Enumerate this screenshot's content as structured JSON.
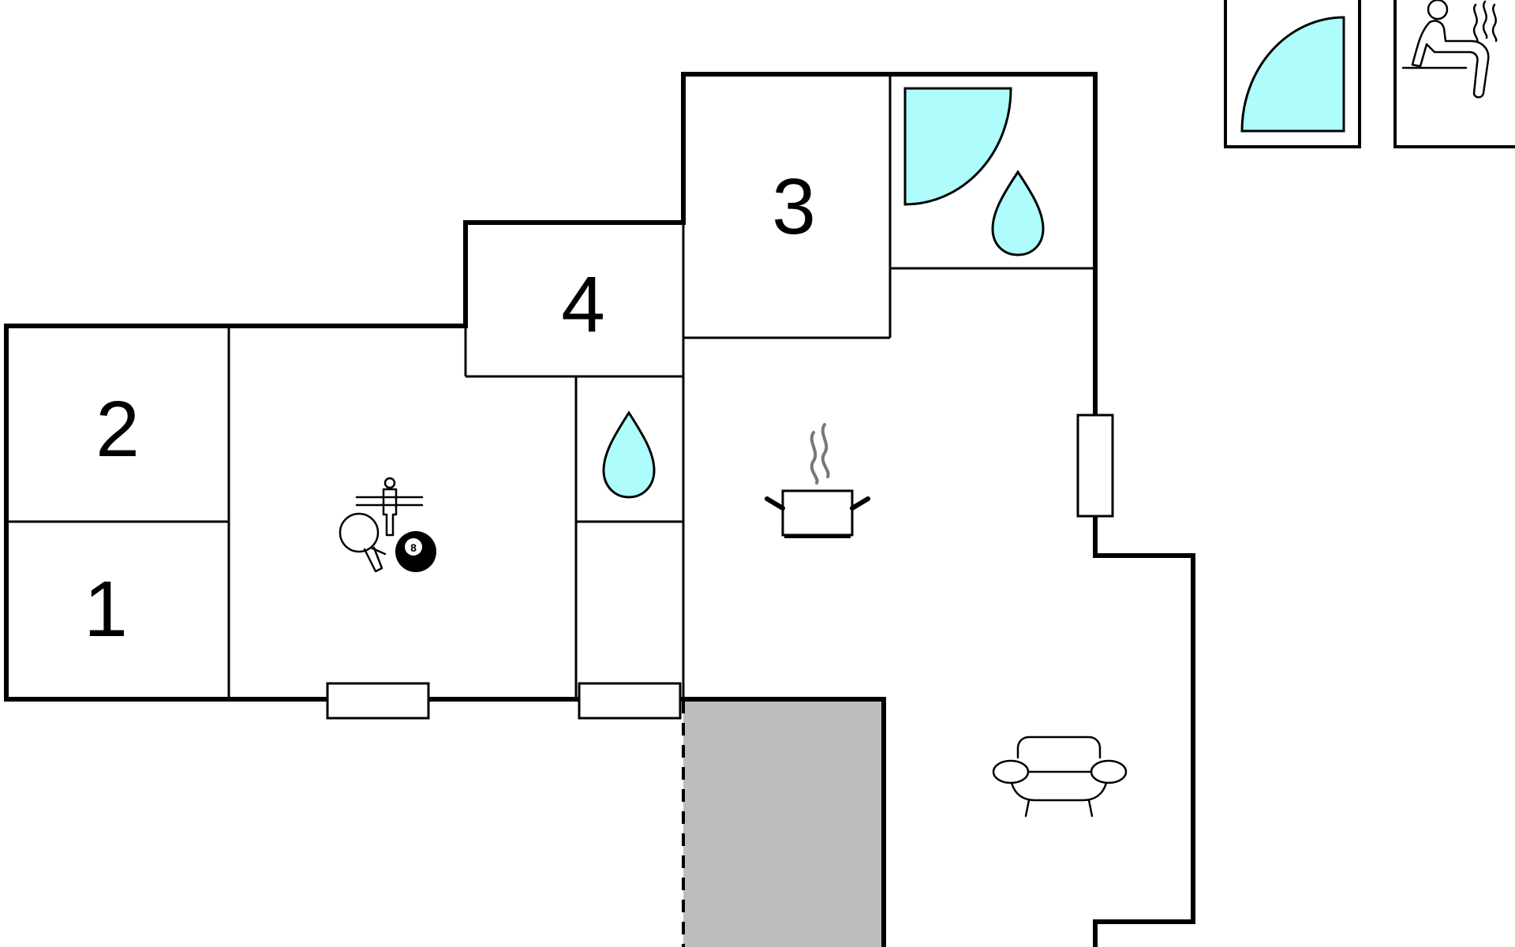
{
  "floor_plan": {
    "rooms": [
      {
        "id": "bedroom-1",
        "label": "1"
      },
      {
        "id": "bedroom-2",
        "label": "2"
      },
      {
        "id": "bedroom-3",
        "label": "3"
      },
      {
        "id": "bedroom-4",
        "label": "4"
      }
    ],
    "ball_number": "8"
  },
  "legend": {
    "icons": [
      "shower-icon",
      "sauna-icon"
    ]
  },
  "colors": {
    "wall": "#000000",
    "water": "#aefcfc",
    "terrace": "#bdbdbd",
    "background": "#ffffff"
  },
  "icons": [
    "water-drop-icon",
    "shower-icon",
    "cooking-pot-icon",
    "armchair-icon",
    "table-tennis-icon",
    "table-football-icon",
    "billiard-ball-icon",
    "sauna-icon",
    "window-icon"
  ]
}
